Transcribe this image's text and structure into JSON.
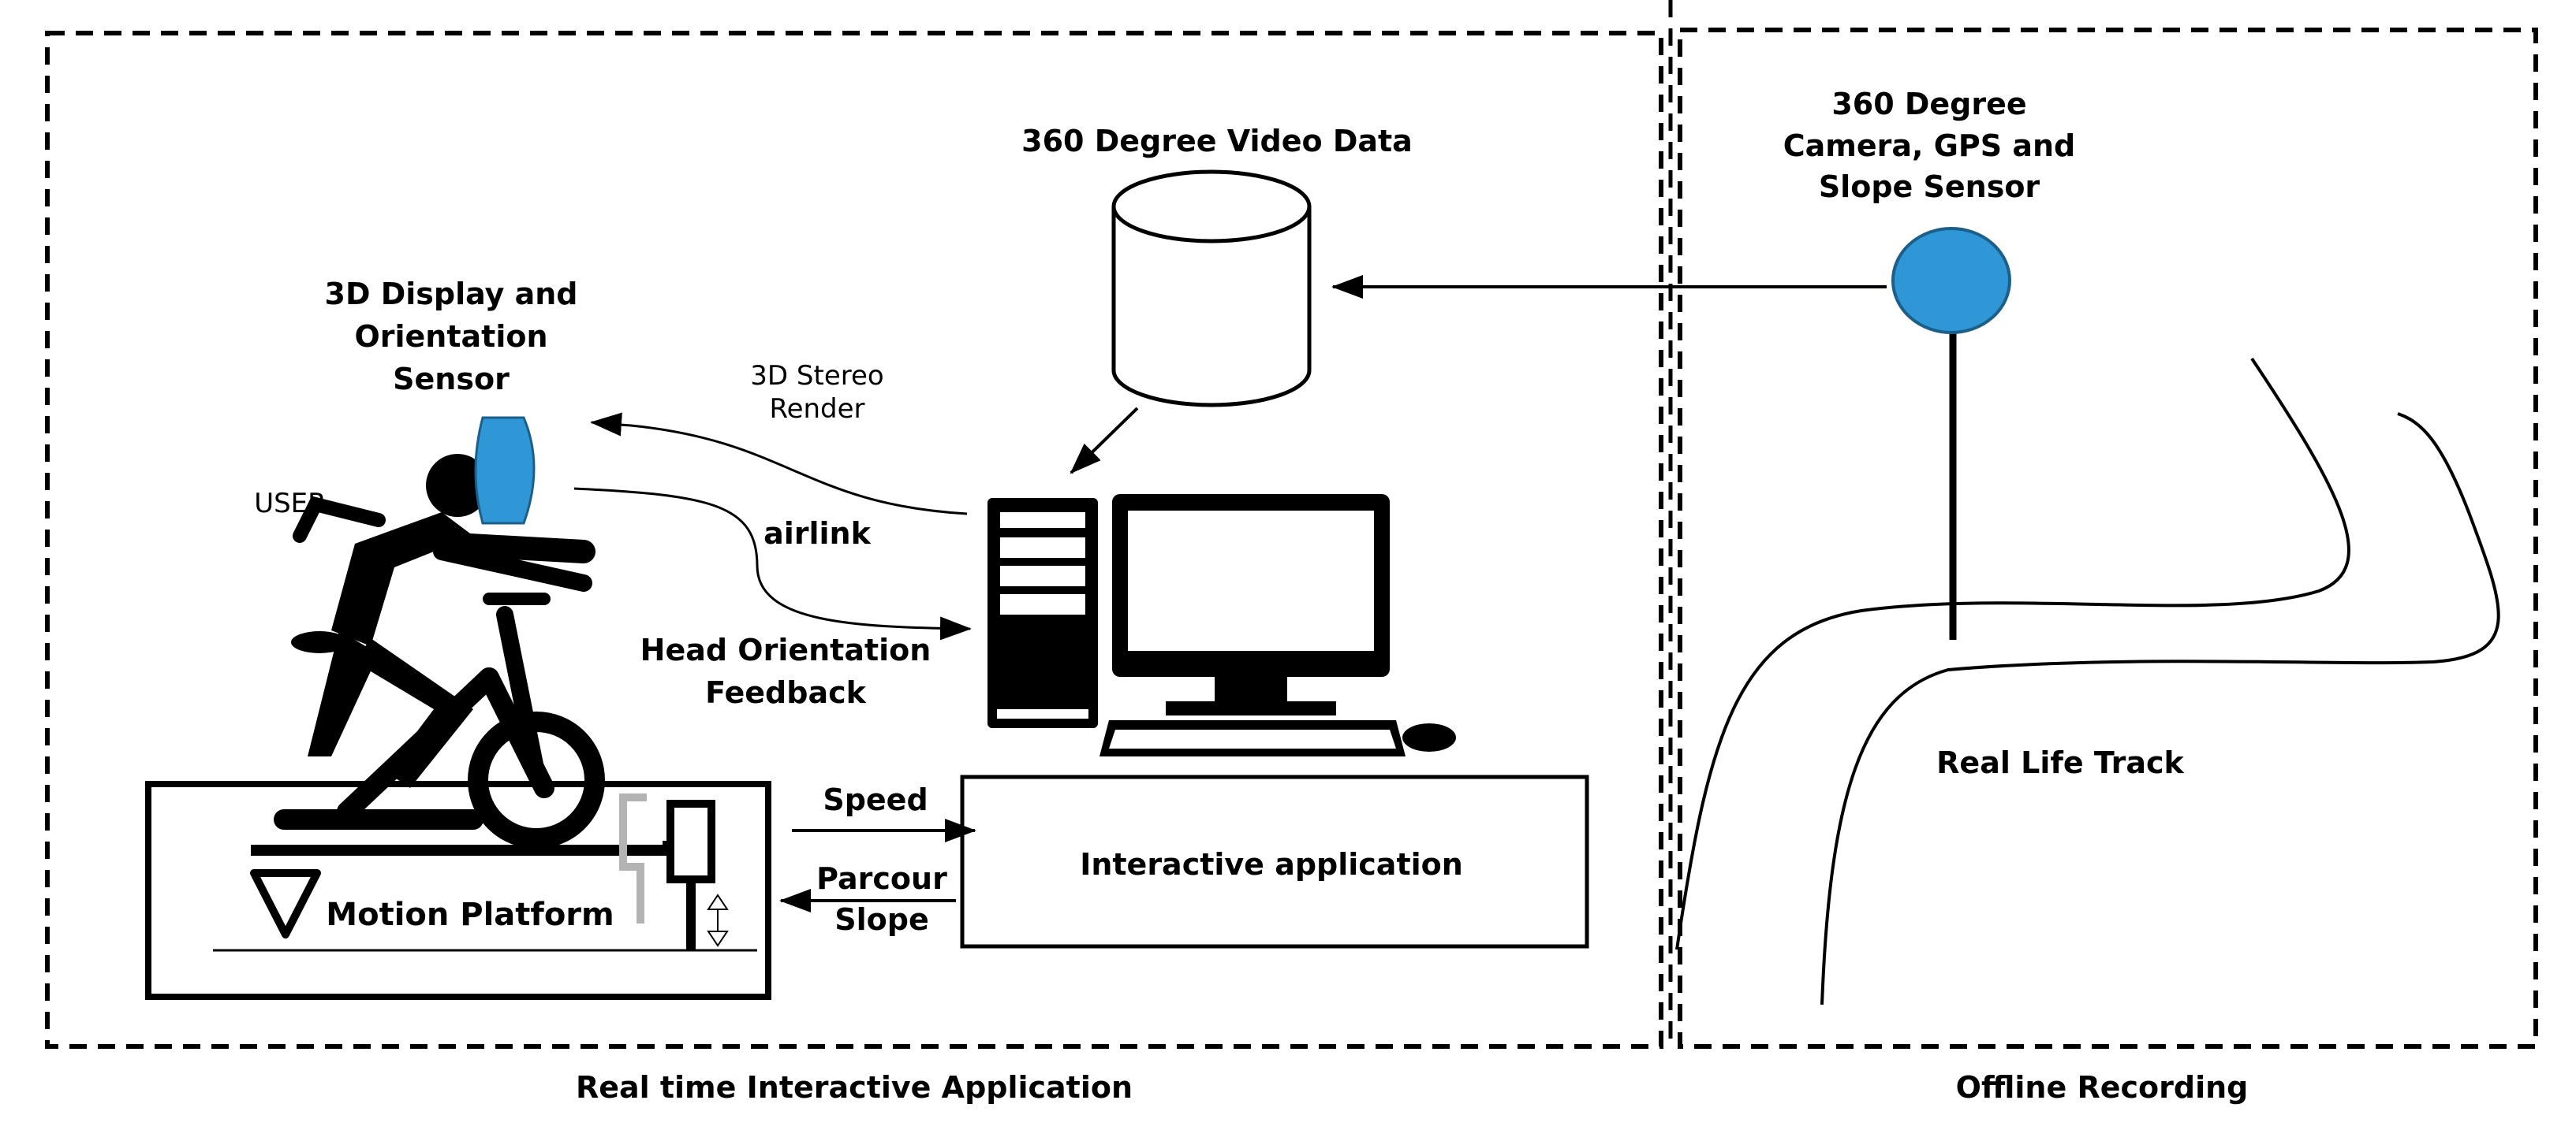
{
  "sections": {
    "realtime_label": "Real time Interactive Application",
    "offline_label": "Offline Recording"
  },
  "labels": {
    "video_data": "360 Degree Video Data",
    "sensor_line1": "360 Degree",
    "sensor_line2": "Camera, GPS  and",
    "sensor_line3": "Slope Sensor",
    "display_line1": "3D Display and",
    "display_line2": "Orientation",
    "display_line3": "Sensor",
    "stereo_line1": "3D Stereo",
    "stereo_line2": "Render",
    "user": "USER",
    "airlink": "airlink",
    "head_line1": "Head Orientation",
    "head_line2": "Feedback",
    "speed": "Speed",
    "parcour": "Parcour",
    "slope": "Slope",
    "interactive_app": "Interactive application",
    "motion_platform": "Motion Platform",
    "track": "Real Life Track"
  },
  "colors": {
    "sensor_blue": "#2f97d6",
    "line": "#000000",
    "gray_frame": "#b3b3b3"
  },
  "icons": [
    "database-cylinder-icon",
    "desktop-computer-icon",
    "cyclist-icon",
    "vr-headset-icon",
    "camera-sensor-icon"
  ]
}
